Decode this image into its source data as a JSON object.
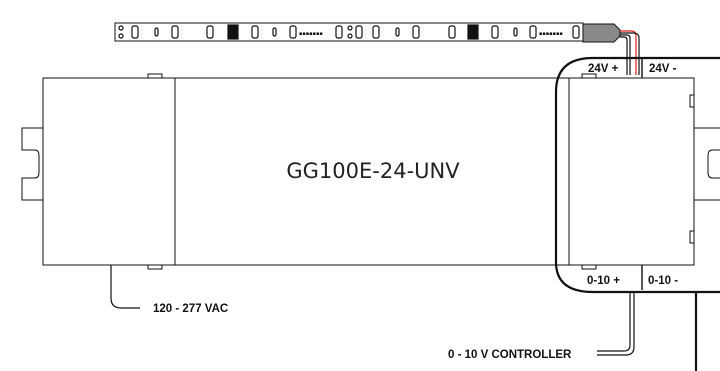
{
  "diagram": {
    "model_label": "GG100E-24-UNV",
    "terminals": {
      "pos_24v": "24V +",
      "neg_24v": "24V -",
      "pos_010": "0-10 +",
      "neg_010": "0-10 -"
    },
    "input_label": "120 - 277 VAC",
    "controller_label": "0 - 10 V CONTROLLER"
  },
  "colors": {
    "outline": "#111111",
    "wire_red": "#e02020",
    "connector_gray": "#8a8a8a"
  }
}
